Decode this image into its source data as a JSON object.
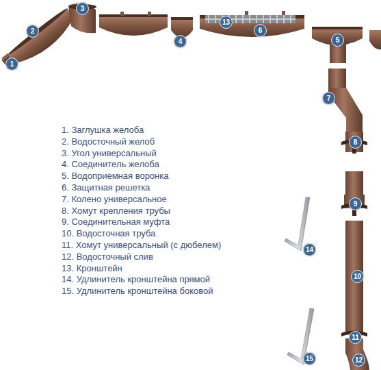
{
  "diagram": {
    "labels": [
      "1",
      "2",
      "3",
      "4",
      "13",
      "6",
      "5",
      "7",
      "8",
      "9",
      "14",
      "10",
      "15",
      "11",
      "12",
      "1. Заглушка желоба",
      "2. Водосточный желоб",
      "3. Угол универсальный",
      "4. Соединитель желоба",
      "5. Водоприемная воронка",
      "6. Защитная решетка",
      "7. Колено универсальное",
      "8. Хомут крепления трубы",
      "9. Соединительная муфта",
      "10. Водосточная труба",
      "11. Хомут универсальный (с дюбелем)",
      "12. Водосточный слив",
      "13. Кронштейн",
      "14. Удлинитель кронштейна прямой",
      "15. Удлинитель кронштейна боковой"
    ]
  }
}
